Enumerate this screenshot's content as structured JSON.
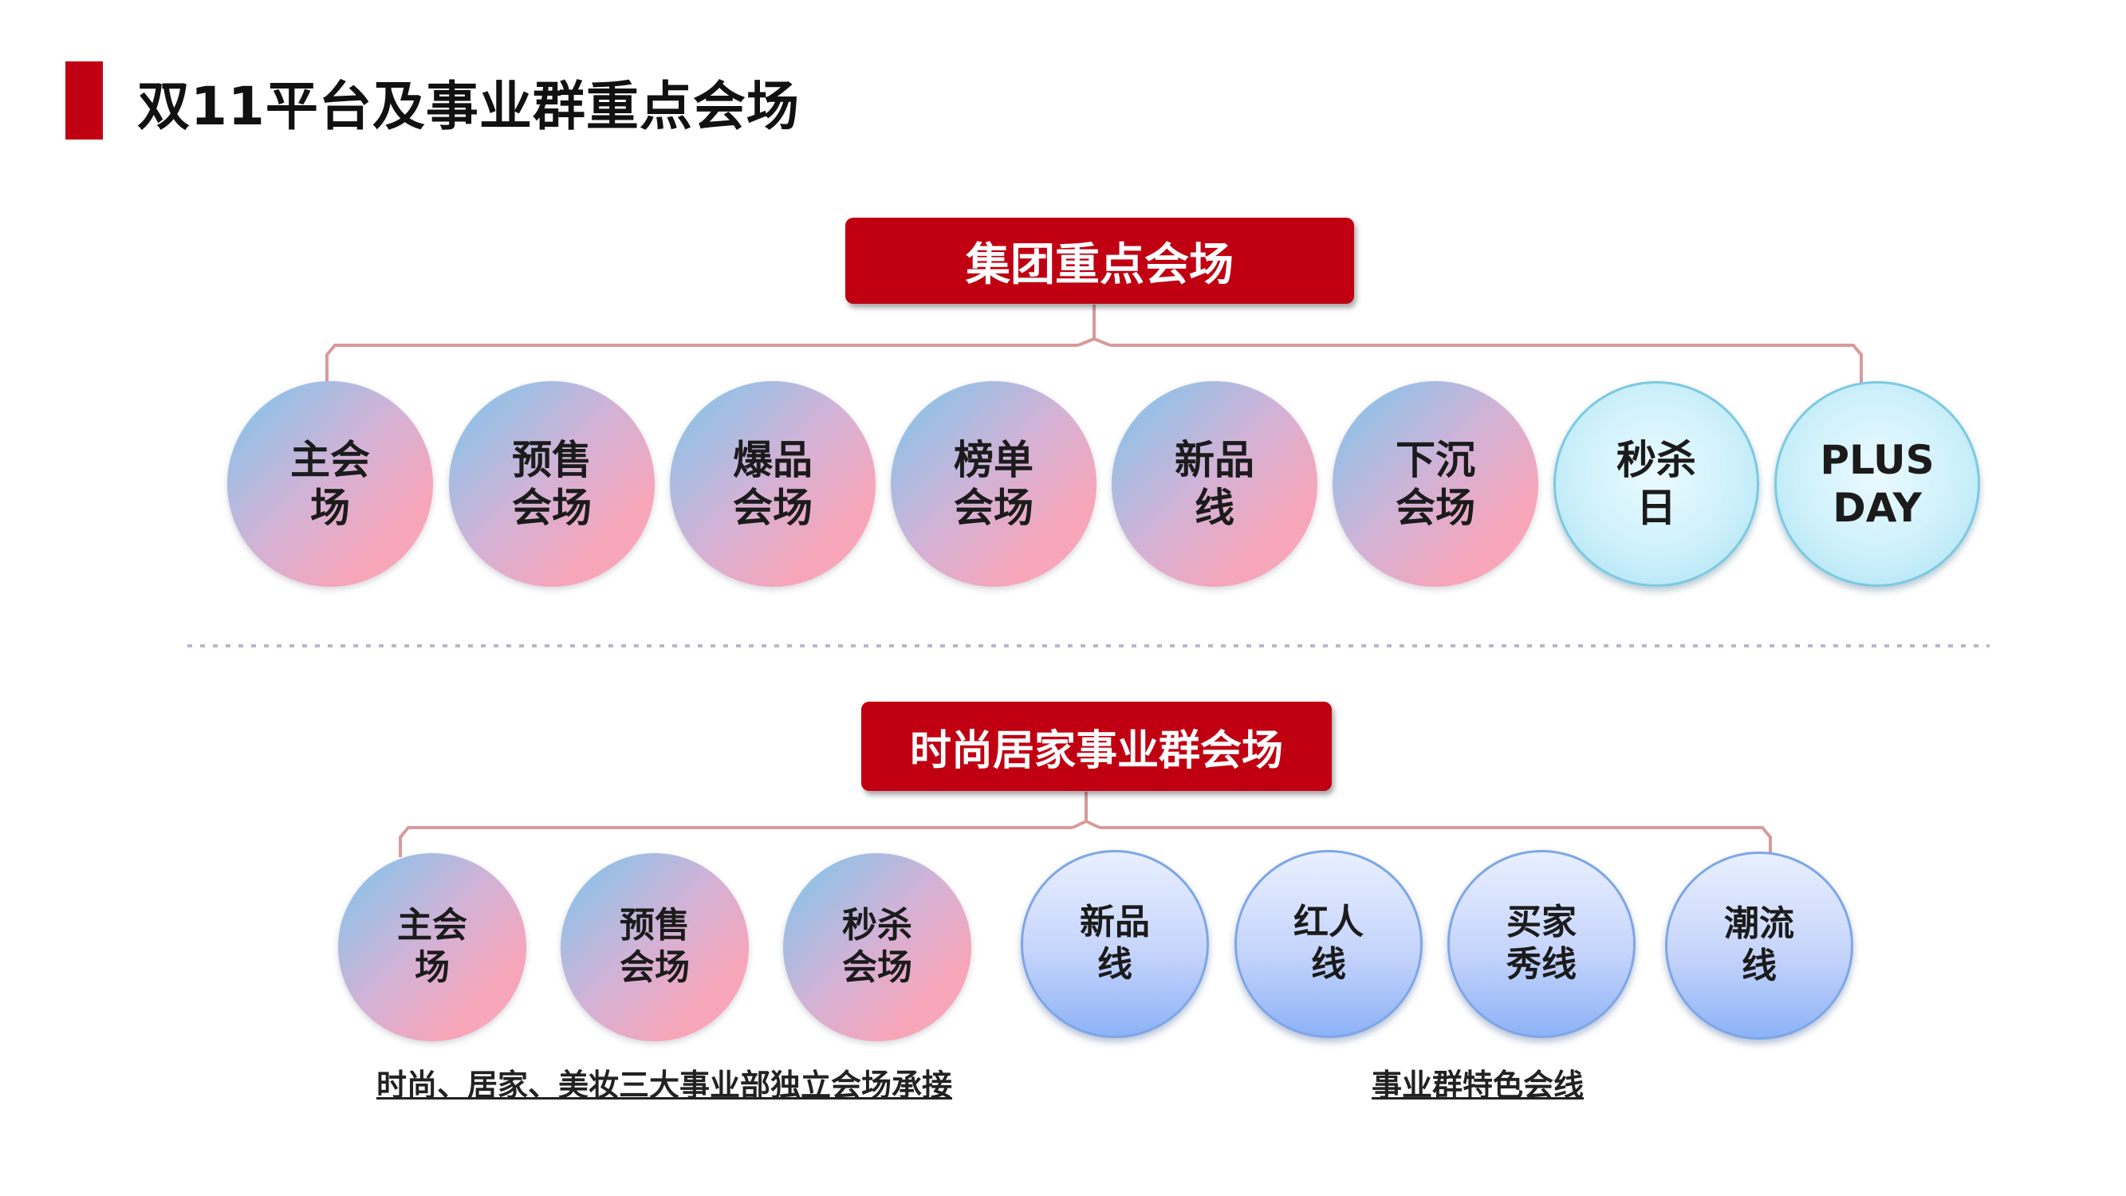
{
  "title": "双11平台及事业群重点会场",
  "group_section": {
    "header": "集团重点会场",
    "nodes": [
      {
        "line1": "主会",
        "line2": "场",
        "style": "pink"
      },
      {
        "line1": "预售",
        "line2": "会场",
        "style": "pink"
      },
      {
        "line1": "爆品",
        "line2": "会场",
        "style": "pink"
      },
      {
        "line1": "榜单",
        "line2": "会场",
        "style": "pink"
      },
      {
        "line1": "新品",
        "line2": "线",
        "style": "pink"
      },
      {
        "line1": "下沉",
        "line2": "会场",
        "style": "pink"
      },
      {
        "line1": "秒杀",
        "line2": "日",
        "style": "cyan"
      },
      {
        "line1": "PLUS",
        "line2": "DAY",
        "style": "cyan"
      }
    ]
  },
  "bu_section": {
    "header": "时尚居家事业群会场",
    "nodes": [
      {
        "line1": "主会",
        "line2": "场",
        "style": "pink"
      },
      {
        "line1": "预售",
        "line2": "会场",
        "style": "pink"
      },
      {
        "line1": "秒杀",
        "line2": "会场",
        "style": "pink"
      },
      {
        "line1": "新品",
        "line2": "线",
        "style": "blue"
      },
      {
        "line1": "红人",
        "line2": "线",
        "style": "blue"
      },
      {
        "line1": "买家",
        "line2": "秀线",
        "style": "blue"
      },
      {
        "line1": "潮流",
        "line2": "线",
        "style": "blue"
      }
    ],
    "caption_left": "时尚、居家、美妆三大事业部独立会场承接",
    "caption_right": "事业群特色会线"
  },
  "colors": {
    "accent_red": "#c00012",
    "connector": "#d99a9a",
    "divider": "#b9b6cc"
  }
}
